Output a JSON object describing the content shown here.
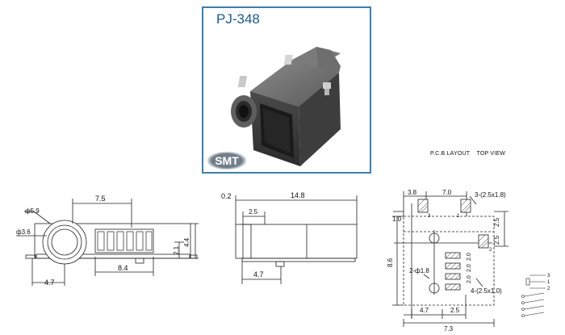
{
  "title": "PJ-348",
  "badge": "SMT",
  "pcb_title": "P.C.B LAYOUT    TOP VIEW",
  "front": {
    "d1": "ф5.9",
    "d2": "ф3.6",
    "d3": "7.5",
    "d4": "2.1",
    "d5": "4.4",
    "d6": "8.4",
    "d7": "4.7"
  },
  "side": {
    "d1": "0.2",
    "d2": "14.8",
    "d3": "2.5",
    "d4": "4.7"
  },
  "pcb": {
    "d1": "3.8",
    "d2": "7.0",
    "d3": "3-(2.5x1.8)",
    "d4": "1.0",
    "d5": "2.5",
    "d6": "2.5",
    "d7": "8.6",
    "d8": "2-ф1.8",
    "d9": "4-(2.5x1.0)",
    "d10": "2.0",
    "d11": "2.0",
    "d12": "2.0",
    "d13": "4.7",
    "d14": "2.5",
    "d15": "7.3",
    "pad1": "3",
    "pad2": "1",
    "pad3": "2"
  },
  "schematic": {
    "pin1": "3",
    "pin2": "1",
    "pin3": "2"
  }
}
